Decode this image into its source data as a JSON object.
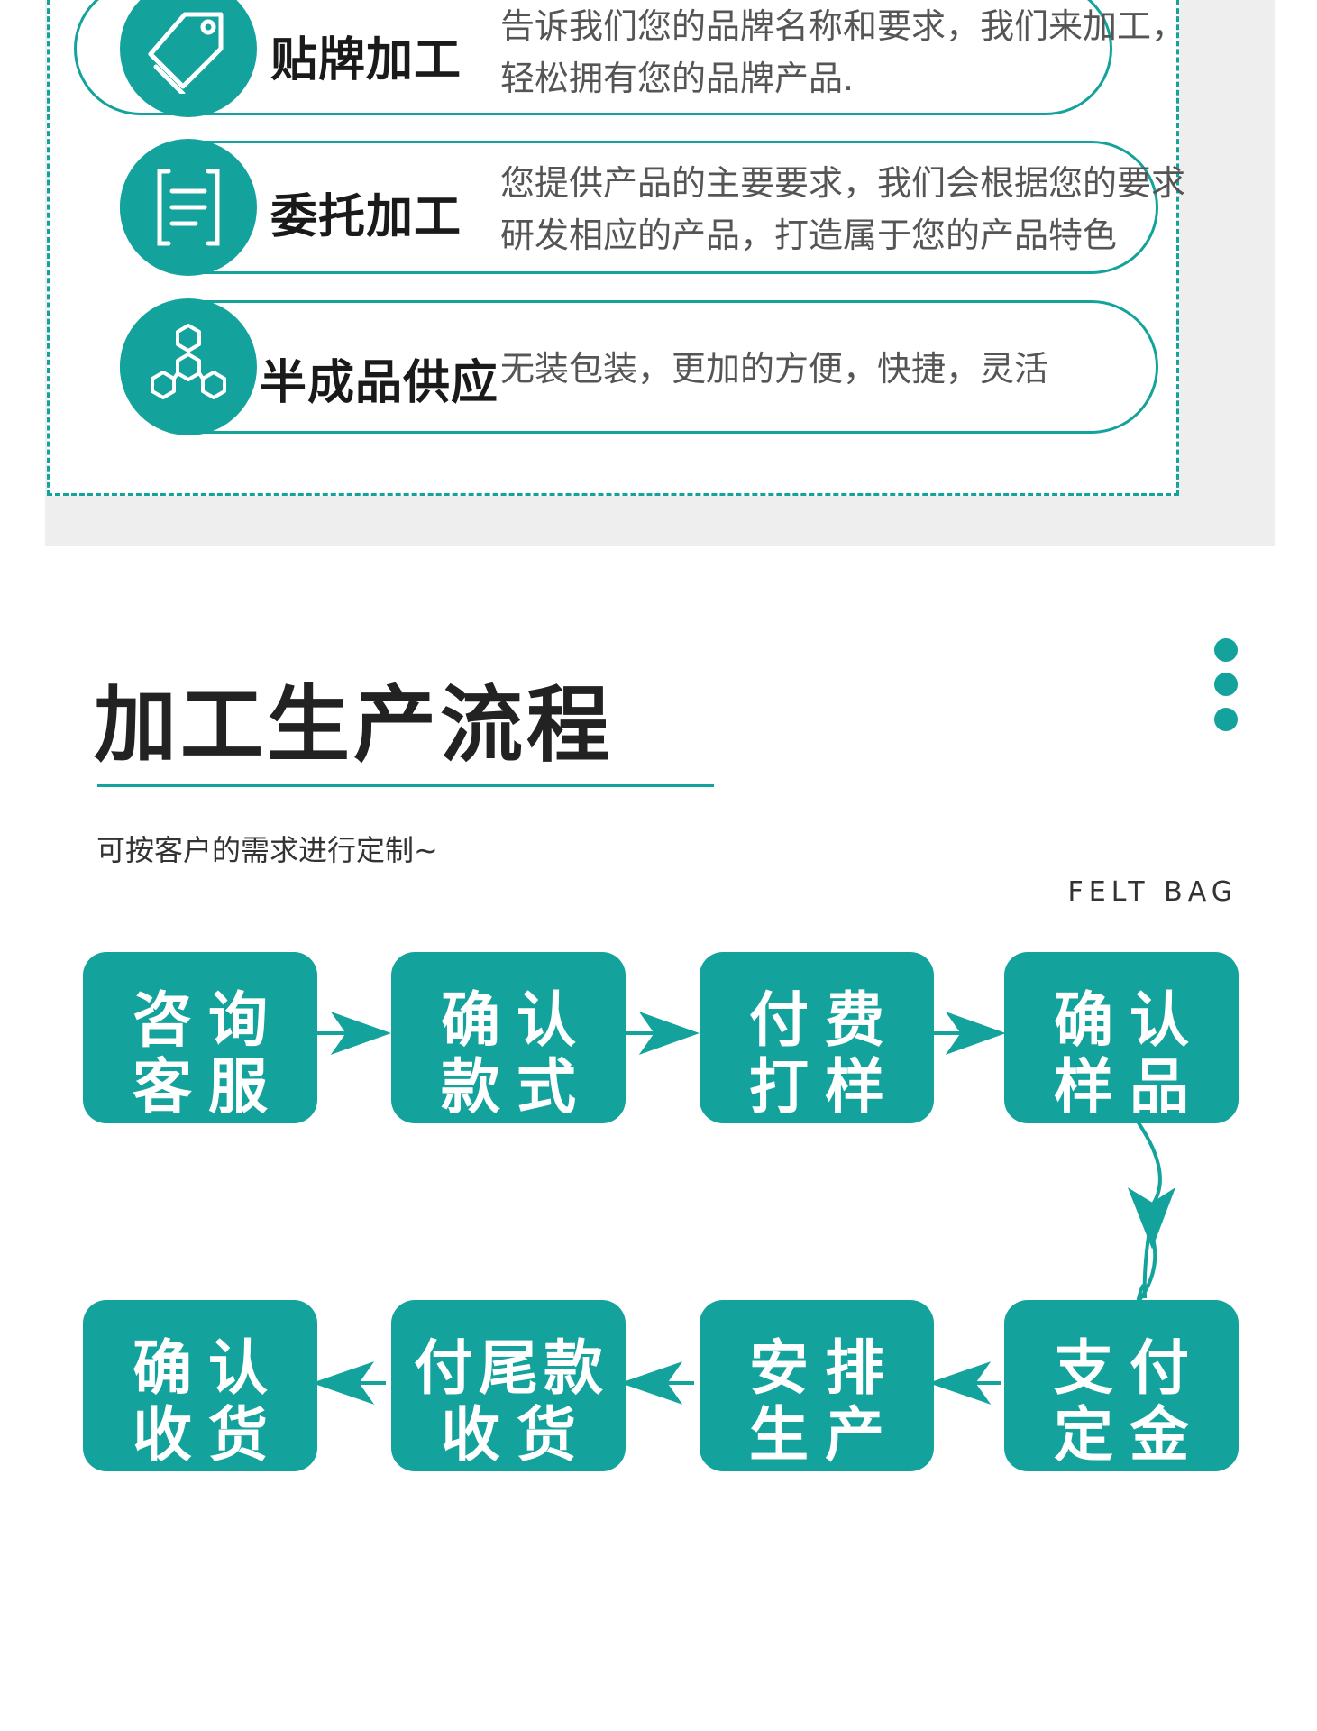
{
  "services": [
    {
      "title": "贴牌加工",
      "desc": "告诉我们您的品牌名称和要求，我们来加工，轻松拥有您的品牌产品.",
      "icon": "tag-icon"
    },
    {
      "title": "委托加工",
      "desc": "您提供产品的主要要求，我们会根据您的要求研发相应的产品，打造属于您的产品特色",
      "icon": "document-icon"
    },
    {
      "title": "半成品供应",
      "desc": "无装包装，更加的方便，快捷，灵活",
      "icon": "hexagon-network-icon"
    }
  ],
  "process": {
    "title": "加工生产流程",
    "subtitle": "可按客户的需求进行定制~",
    "brand_tag": "FELT BAG"
  },
  "steps": [
    {
      "line1": "咨询",
      "line2": "客服"
    },
    {
      "line1": "确认",
      "line2": "款式"
    },
    {
      "line1": "付费",
      "line2": "打样"
    },
    {
      "line1": "确认",
      "line2": "样品"
    },
    {
      "line1": "支付",
      "line2": "定金"
    },
    {
      "line1": "安排",
      "line2": "生产"
    },
    {
      "line1": "付尾款",
      "line2": "收货"
    },
    {
      "line1": "确认",
      "line2": "收货"
    }
  ],
  "colors": {
    "accent": "#14a39c",
    "title": "#222222",
    "desc": "#555555"
  }
}
